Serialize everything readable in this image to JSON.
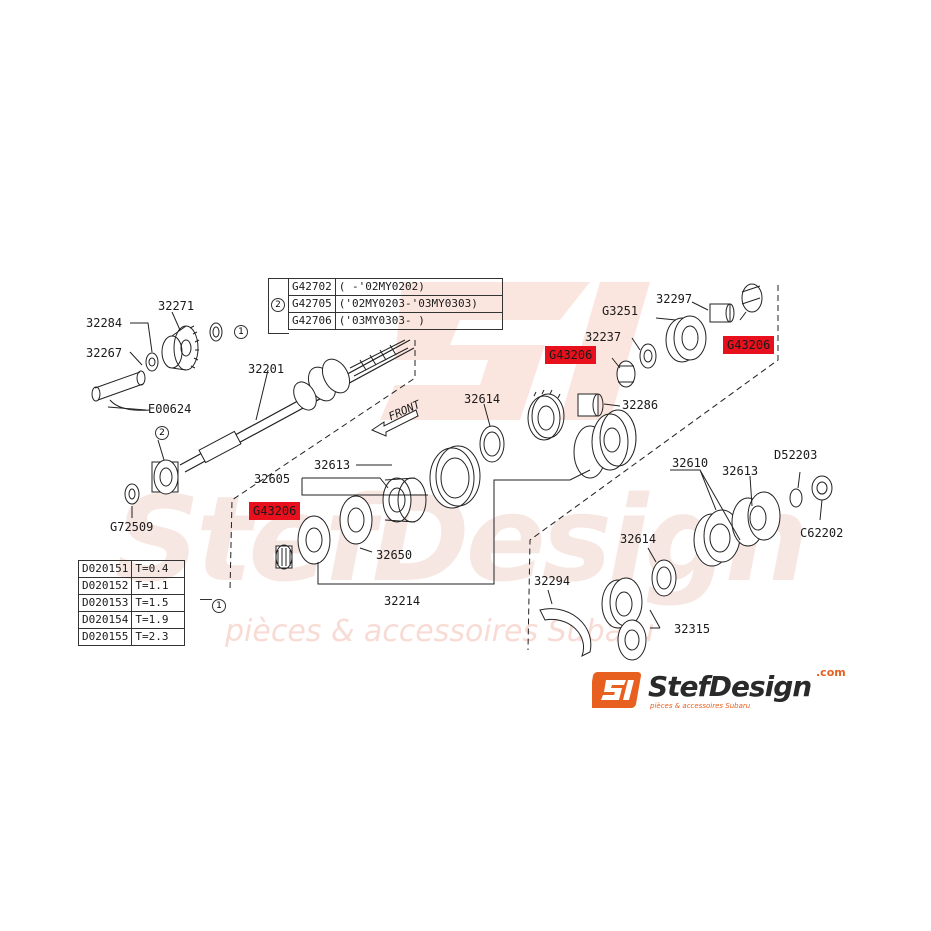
{
  "top_table": {
    "group_marker": "2",
    "rows": [
      {
        "part": "G42702",
        "range": "(     -'02MY0202)"
      },
      {
        "part": "G42705",
        "range": "('02MY0203-'03MY0303)"
      },
      {
        "part": "G42706",
        "range": "('03MY0303-     )"
      }
    ]
  },
  "shim_table": {
    "marker": "1",
    "rows": [
      {
        "part": "D020151",
        "thickness": "T=0.4"
      },
      {
        "part": "D020152",
        "thickness": "T=1.1"
      },
      {
        "part": "D020153",
        "thickness": "T=1.5"
      },
      {
        "part": "D020154",
        "thickness": "T=1.9"
      },
      {
        "part": "D020155",
        "thickness": "T=2.3"
      }
    ]
  },
  "labels": {
    "p32284": "32284",
    "p32271": "32271",
    "p32267": "32267",
    "pE00624": "E00624",
    "p32201": "32201",
    "pG72509": "G72509",
    "p32613a": "32613",
    "p32605": "32605",
    "p32614a": "32614",
    "p32650": "32650",
    "p32214": "32214",
    "p32237": "32237",
    "pG3251": "G3251",
    "p32297": "32297",
    "p32286": "32286",
    "p32610": "32610",
    "p32613b": "32613",
    "pD52203": "D52203",
    "pC62202": "C62202",
    "p32614b": "32614",
    "p32294": "32294",
    "p32315": "32315",
    "front": "FRONT",
    "circle1": "1",
    "circle2": "2"
  },
  "highlighted": {
    "hl1": "G43206",
    "hl2": "G43206",
    "hl3": "G43206"
  },
  "watermark": {
    "big": "StefDesign",
    "sub": "pièces & accessoires Subaru"
  },
  "logo": {
    "mark": "SJ",
    "word": "StefDesign",
    "com": ".com",
    "tag": "pièces & accessoires Subaru"
  },
  "colors": {
    "highlight": "#e8101c",
    "watermark": "#f5c9bf",
    "logo_accent": "#e86020"
  }
}
